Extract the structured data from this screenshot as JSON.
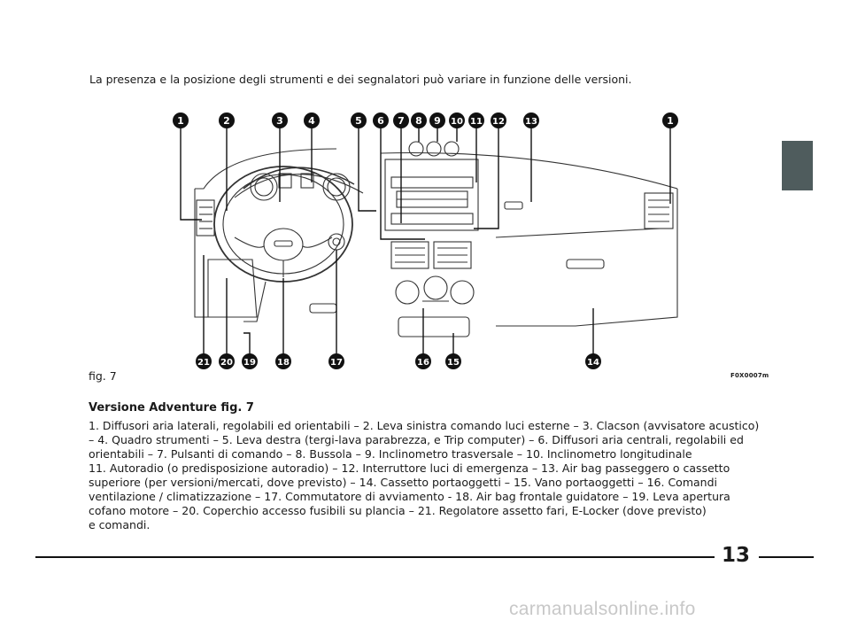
{
  "intro_text": "La presenza e la posizione degli strumenti e dei segnalatori può variare in funzione delle versioni.",
  "figure": {
    "label": "fig. 7",
    "code": "F0X0007m",
    "callouts_top": [
      "1",
      "2",
      "3",
      "4",
      "5",
      "6",
      "7",
      "8",
      "9",
      "10",
      "11",
      "12",
      "13",
      "1"
    ],
    "callouts_bottom": [
      "21",
      "20",
      "19",
      "18",
      "17",
      "16",
      "15",
      "14"
    ]
  },
  "caption": {
    "heading": "Versione Adventure fig. 7",
    "lines": [
      "1. Diffusori aria laterali, regolabili ed orientabili – 2. Leva sinistra comando luci esterne – 3.  Clacson (avvisatore acustico)",
      "– 4. Quadro strumenti – 5. Leva destra (tergi-lava parabrezza, e Trip computer) – 6. Diffusori  aria centrali, regolabili ed",
      "orientabili – 7. Pulsanti di comando – 8. Bussola – 9. Inclinometro trasversale – 10. Inclinometro longitudinale",
      "11. Autoradio (o predisposizione autoradio) – 12. Interruttore luci di emergenza – 13. Air bag passeggero o cassetto",
      "superiore (per versioni/mercati, dove previsto) – 14. Cassetto portaoggetti – 15. Vano portaoggetti – 16. Comandi",
      "ventilazione / climatizzazione  – 17. Commutatore di avviamento - 18. Air bag frontale guidatore – 19. Leva apertura",
      "cofano motore – 20. Coperchio accesso fusibili su plancia – 21. Regolatore assetto fari, E-Locker (dove previsto)",
      "e comandi."
    ]
  },
  "page_number": "13",
  "watermark": "carmanualsonline.info",
  "colors": {
    "tab": "#4f5c5d",
    "callout": "#111111"
  }
}
